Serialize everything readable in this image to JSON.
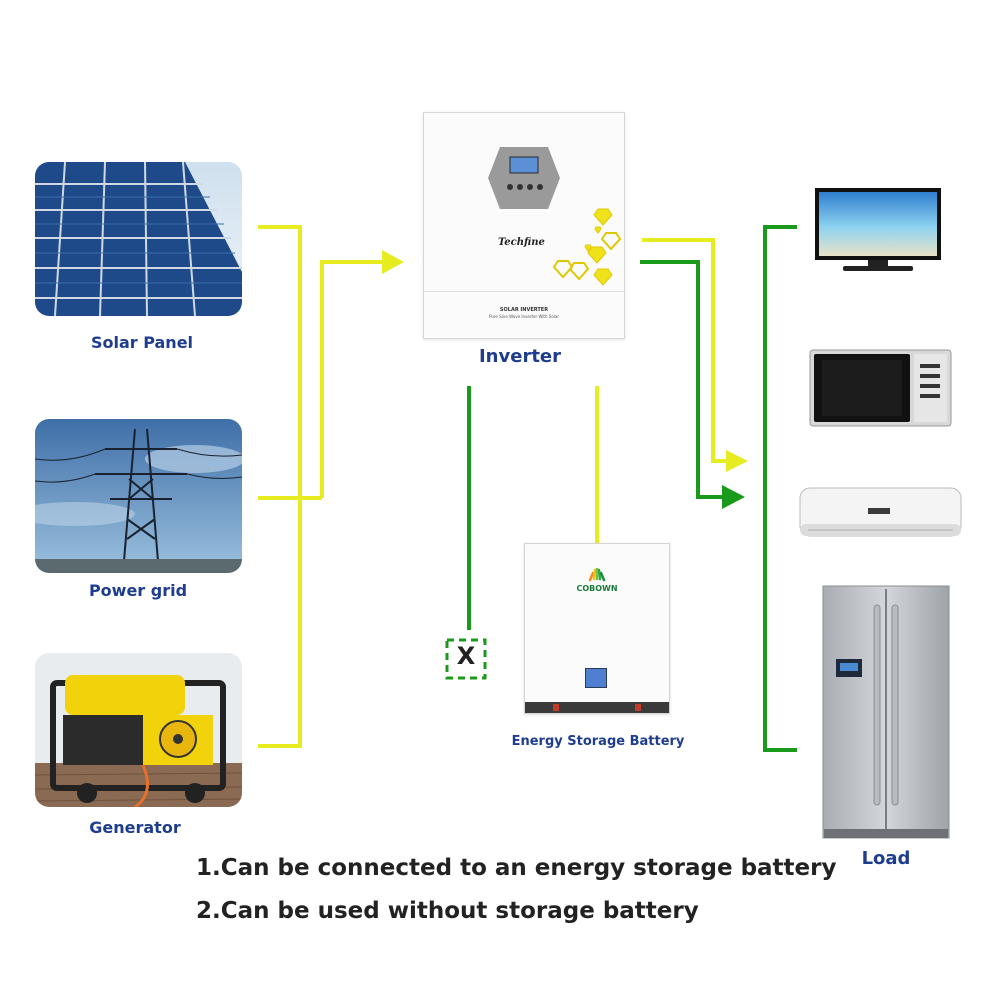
{
  "sources": {
    "solar_label": "Solar Panel",
    "grid_label": "Power grid",
    "generator_label": "Generator"
  },
  "inverter": {
    "label": "Inverter",
    "brand": "Techfine",
    "plate_title": "SOLAR INVERTER",
    "plate_sub": "Pure Sine Wave Inverter With Solar"
  },
  "battery": {
    "label": "Energy Storage Battery",
    "brand": "COBOWN",
    "disconnect_mark": "X"
  },
  "load": {
    "label": "Load"
  },
  "notes": [
    "1.Can be connected to an energy storage battery",
    "2.Can be used without storage battery"
  ],
  "colors": {
    "yellow_line": "#e6ec1f",
    "green_line": "#1a9a1a",
    "label_blue": "#1f3d8f"
  }
}
